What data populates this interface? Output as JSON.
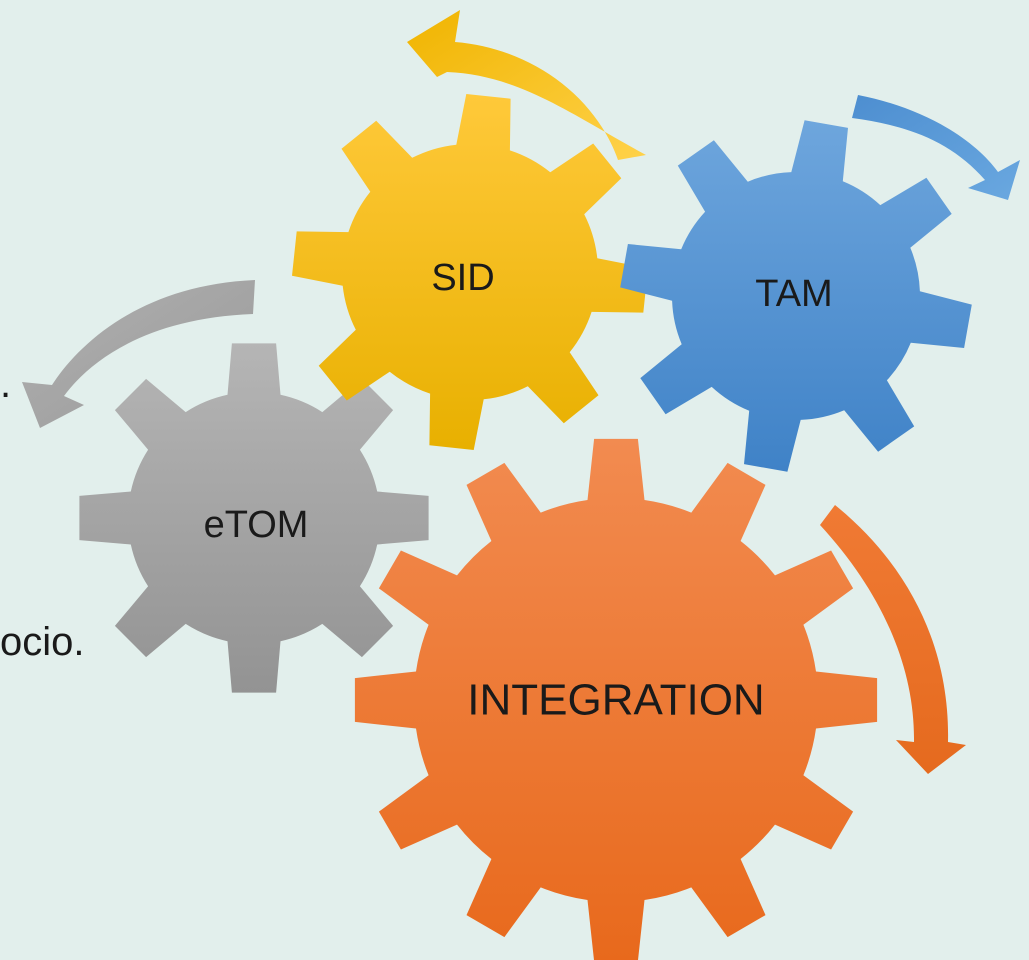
{
  "gears": [
    {
      "id": "sid",
      "label": "SID",
      "color": "#ffc000"
    },
    {
      "id": "tam",
      "label": "TAM",
      "color": "#5b9bd5"
    },
    {
      "id": "etom",
      "label": "eTOM",
      "color": "#a5a5a5"
    },
    {
      "id": "integration",
      "label": "INTEGRATION",
      "color": "#ed7d31"
    }
  ],
  "arrows": [
    {
      "id": "sid-arrow",
      "color": "#ffc000"
    },
    {
      "id": "tam-arrow",
      "color": "#5b9bd5"
    },
    {
      "id": "etom-arrow",
      "color": "#a5a5a5"
    },
    {
      "id": "integration-arrow",
      "color": "#ed7d31"
    }
  ],
  "background_text": {
    "fragment_1": ".",
    "fragment_2": "ocio."
  }
}
